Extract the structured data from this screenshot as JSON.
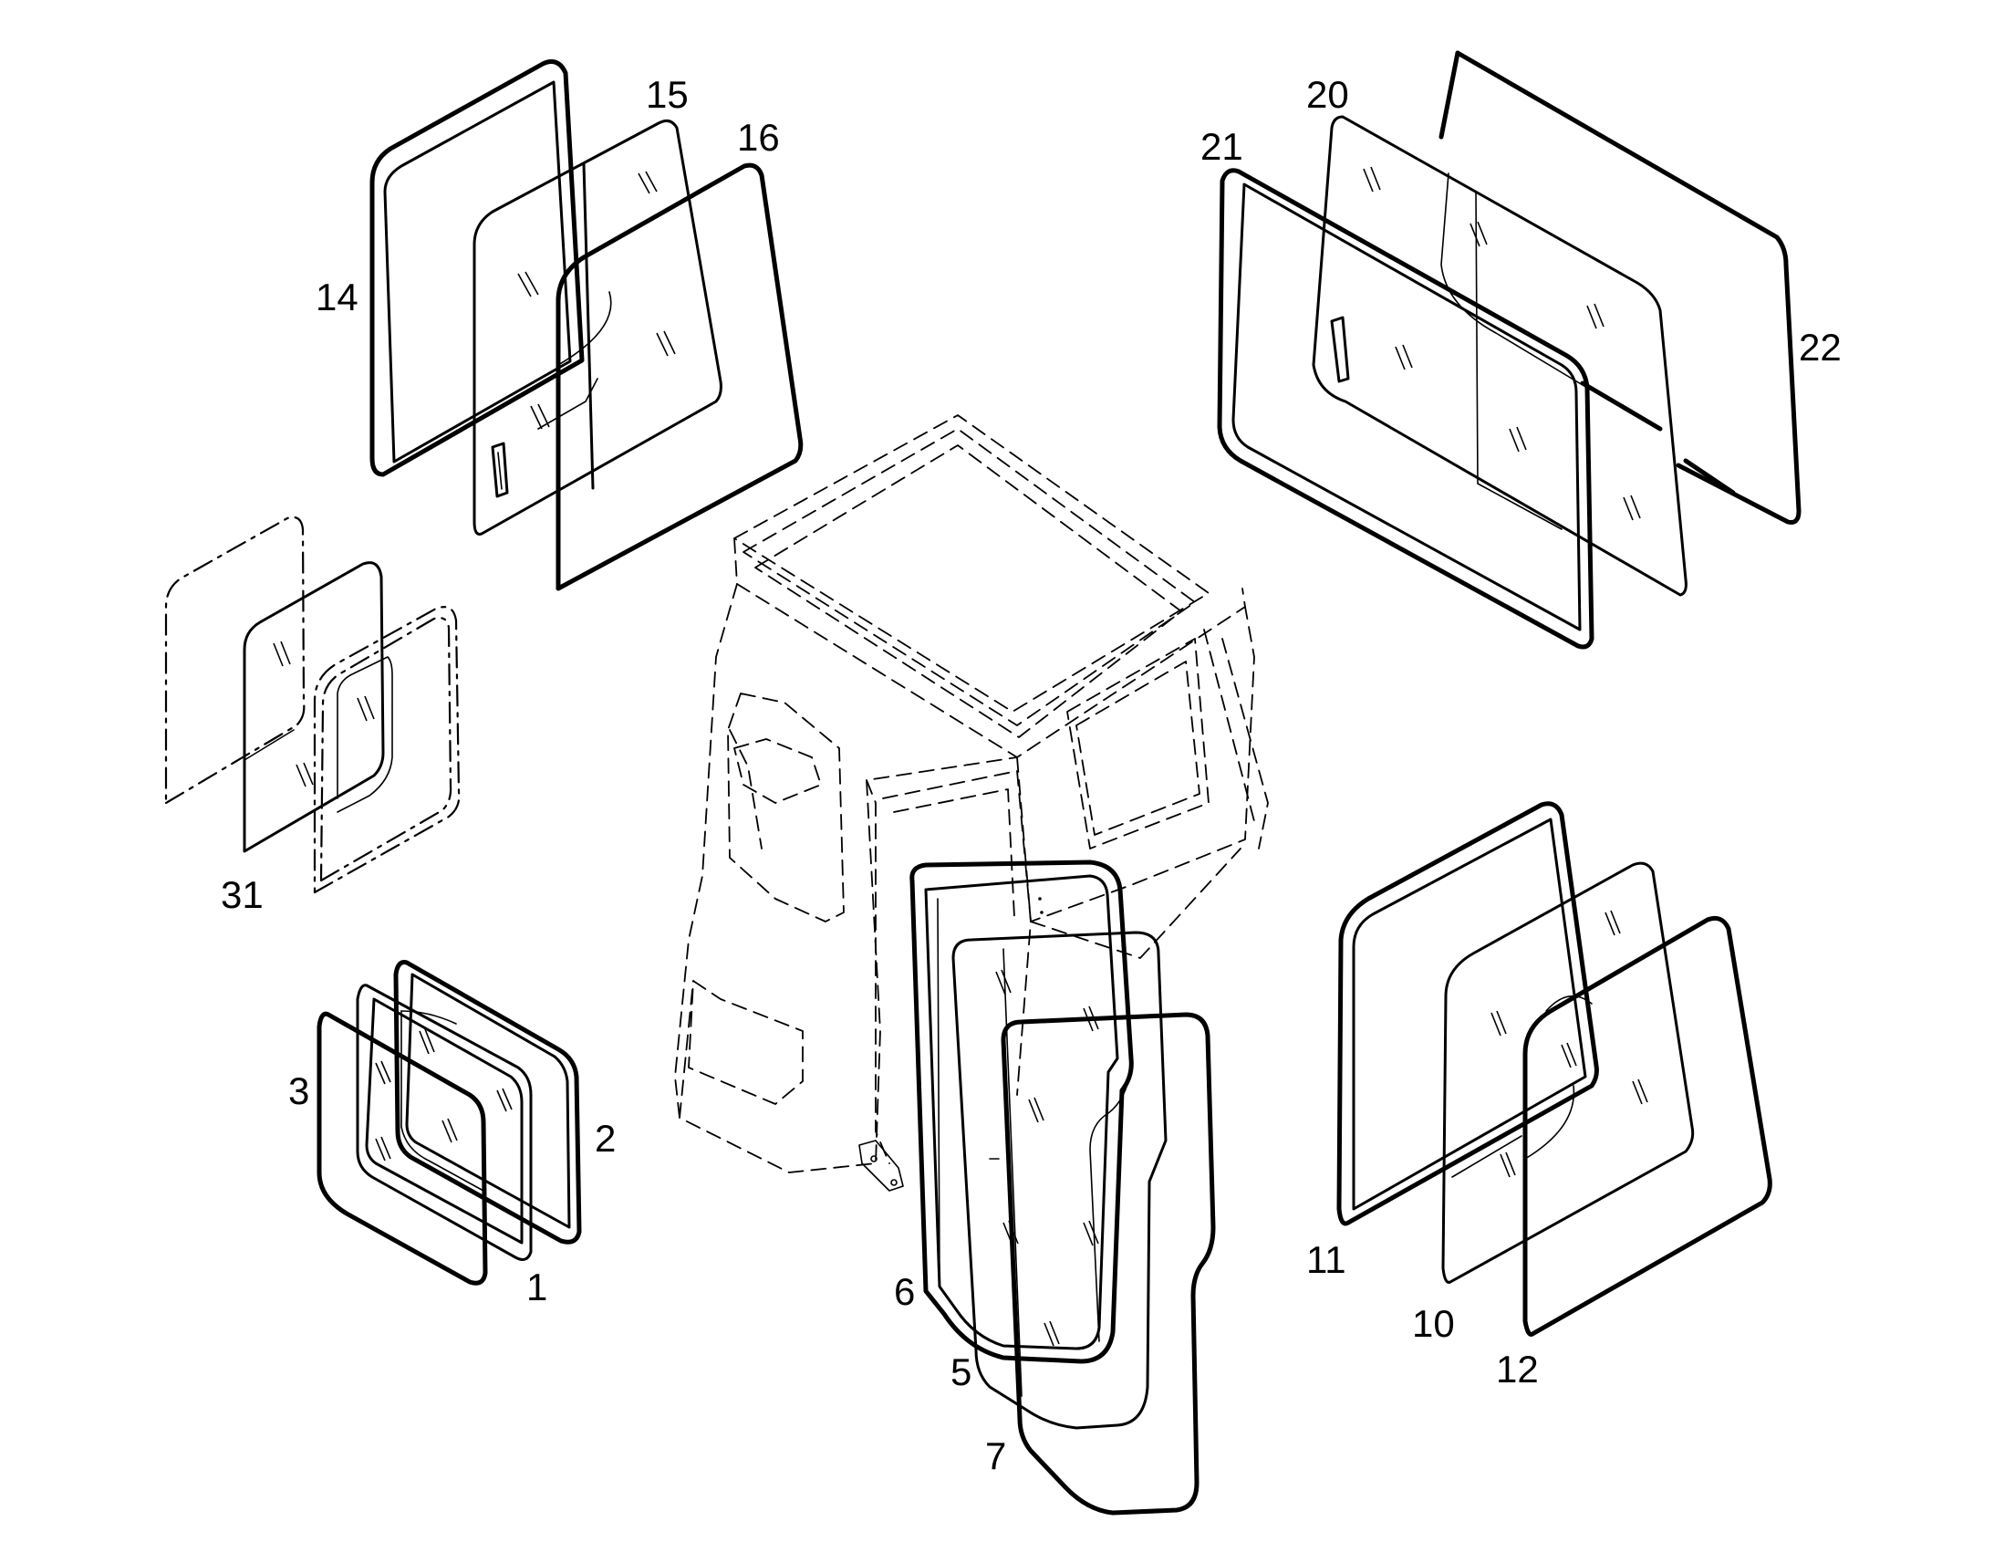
{
  "diagram": {
    "callouts": [
      {
        "id": "1",
        "label": "1"
      },
      {
        "id": "2",
        "label": "2"
      },
      {
        "id": "3",
        "label": "3"
      },
      {
        "id": "5",
        "label": "5"
      },
      {
        "id": "6",
        "label": "6"
      },
      {
        "id": "7",
        "label": "7"
      },
      {
        "id": "10",
        "label": "10"
      },
      {
        "id": "11",
        "label": "11"
      },
      {
        "id": "12",
        "label": "12"
      },
      {
        "id": "14",
        "label": "14"
      },
      {
        "id": "15",
        "label": "15"
      },
      {
        "id": "16",
        "label": "16"
      },
      {
        "id": "20",
        "label": "20"
      },
      {
        "id": "21",
        "label": "21"
      },
      {
        "id": "22",
        "label": "22"
      },
      {
        "id": "31",
        "label": "31"
      }
    ]
  }
}
